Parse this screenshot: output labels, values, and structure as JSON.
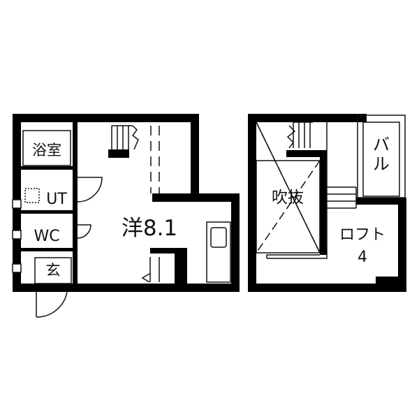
{
  "floor_plan": {
    "first_floor": {
      "rooms": {
        "bath": "浴室",
        "utility": "UT",
        "toilet": "WC",
        "entrance": "玄",
        "western_room": "洋8.1"
      }
    },
    "loft_floor": {
      "rooms": {
        "balcony": "バル",
        "open_void": "吹抜",
        "loft": "ロフト",
        "loft_size": "4"
      }
    },
    "colors": {
      "wall": "#000000",
      "line": "#111111",
      "background": "#ffffff"
    }
  }
}
